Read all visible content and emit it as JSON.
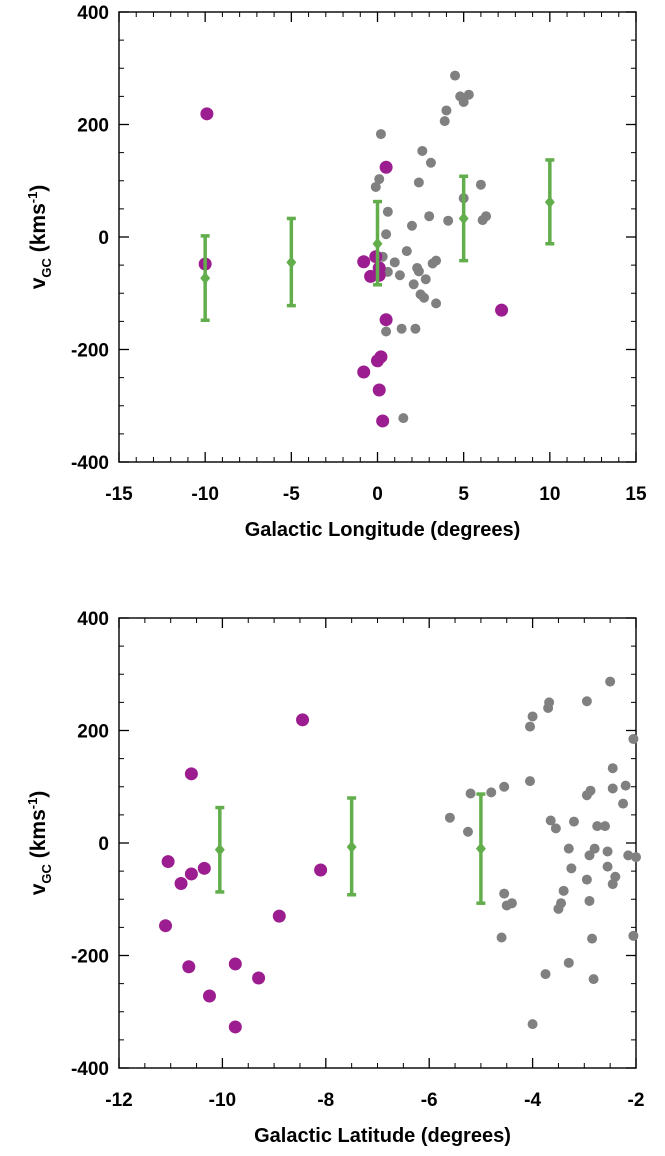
{
  "chart_data": [
    {
      "type": "scatter",
      "title": "",
      "xlabel": "Galactic Longitude (degrees)",
      "ylabel": {
        "base": "v",
        "sub": "GC",
        "unit": "(kms",
        "sup": "-1",
        "close": ")"
      },
      "xlim": [
        -15,
        15
      ],
      "ylim": [
        -400,
        400
      ],
      "xticks": [
        -15,
        -10,
        -5,
        0,
        5,
        10,
        15
      ],
      "yticks": [
        -400,
        -200,
        0,
        200,
        400
      ],
      "xminor": 1,
      "yminor": 50,
      "grid": false,
      "colors": {
        "gray": "#808080",
        "purple": "#9c1d8f",
        "green": "#62ae4c"
      },
      "gray_points": [
        [
          0.2,
          183
        ],
        [
          0.1,
          103
        ],
        [
          -0.1,
          89
        ],
        [
          0.6,
          45
        ],
        [
          0.5,
          5
        ],
        [
          0.6,
          -62
        ],
        [
          0.5,
          -168
        ],
        [
          1.3,
          -68
        ],
        [
          1.4,
          -163
        ],
        [
          1.5,
          -322
        ],
        [
          1.7,
          -25
        ],
        [
          2.1,
          -84
        ],
        [
          2.2,
          -163
        ],
        [
          2.4,
          -61
        ],
        [
          2.5,
          -102
        ],
        [
          2.4,
          97
        ],
        [
          2.6,
          153
        ],
        [
          2.7,
          -108
        ],
        [
          3.0,
          37
        ],
        [
          3.1,
          132
        ],
        [
          3.2,
          -47
        ],
        [
          3.4,
          -42
        ],
        [
          3.4,
          -118
        ],
        [
          3.9,
          206
        ],
        [
          4.0,
          225
        ],
        [
          4.1,
          29
        ],
        [
          4.5,
          287
        ],
        [
          4.8,
          250
        ],
        [
          5.0,
          240
        ],
        [
          5.3,
          253
        ],
        [
          5.0,
          69
        ],
        [
          6.0,
          93
        ],
        [
          6.1,
          30
        ],
        [
          6.3,
          37
        ],
        [
          2.0,
          20
        ],
        [
          1.0,
          -45
        ],
        [
          2.8,
          -75
        ],
        [
          0.3,
          -35
        ],
        [
          2.3,
          -55
        ]
      ],
      "purple_points": [
        [
          -9.9,
          219
        ],
        [
          -10.0,
          -48
        ],
        [
          -0.8,
          -44
        ],
        [
          -0.4,
          -70
        ],
        [
          -0.1,
          -35
        ],
        [
          0.1,
          -55
        ],
        [
          0.1,
          -68
        ],
        [
          0.5,
          124
        ],
        [
          0.5,
          -147
        ],
        [
          -0.8,
          -240
        ],
        [
          0.0,
          -220
        ],
        [
          0.2,
          -213
        ],
        [
          0.1,
          -272
        ],
        [
          0.3,
          -327
        ],
        [
          7.2,
          -130
        ]
      ],
      "green_points": [
        {
          "x": -10,
          "y": -73,
          "lo": -148,
          "hi": 2
        },
        {
          "x": -5,
          "y": -45,
          "lo": -122,
          "hi": 33
        },
        {
          "x": 0,
          "y": -12,
          "lo": -85,
          "hi": 63
        },
        {
          "x": 5,
          "y": 33,
          "lo": -42,
          "hi": 108
        },
        {
          "x": 10,
          "y": 62,
          "lo": -12,
          "hi": 137
        }
      ]
    },
    {
      "type": "scatter",
      "title": "",
      "xlabel": "Galactic Latitude (degrees)",
      "ylabel": {
        "base": "v",
        "sub": "GC",
        "unit": "(kms",
        "sup": "-1",
        "close": ")"
      },
      "xlim": [
        -12,
        -2
      ],
      "ylim": [
        -400,
        400
      ],
      "xticks": [
        -12,
        -10,
        -8,
        -6,
        -4,
        -2
      ],
      "yticks": [
        -400,
        -200,
        0,
        200,
        400
      ],
      "xminor": 0.5,
      "yminor": 50,
      "grid": false,
      "colors": {
        "gray": "#808080",
        "purple": "#9c1d8f",
        "green": "#62ae4c"
      },
      "gray_points": [
        [
          -5.6,
          45
        ],
        [
          -5.2,
          88
        ],
        [
          -5.25,
          20
        ],
        [
          -4.8,
          90
        ],
        [
          -4.55,
          -90
        ],
        [
          -4.6,
          -168
        ],
        [
          -4.5,
          -111
        ],
        [
          -4.4,
          -107
        ],
        [
          -4.55,
          100
        ],
        [
          -4.05,
          207
        ],
        [
          -4.0,
          225
        ],
        [
          -4.05,
          110
        ],
        [
          -4.0,
          -322
        ],
        [
          -3.75,
          -233
        ],
        [
          -3.7,
          240
        ],
        [
          -3.68,
          250
        ],
        [
          -3.65,
          40
        ],
        [
          -3.55,
          26
        ],
        [
          -3.5,
          -117
        ],
        [
          -3.45,
          -107
        ],
        [
          -3.4,
          -85
        ],
        [
          -3.3,
          -10
        ],
        [
          -3.25,
          -45
        ],
        [
          -3.3,
          -213
        ],
        [
          -3.2,
          38
        ],
        [
          -2.95,
          252
        ],
        [
          -2.95,
          85
        ],
        [
          -2.88,
          93
        ],
        [
          -2.9,
          -22
        ],
        [
          -2.8,
          -10
        ],
        [
          -2.75,
          30
        ],
        [
          -2.9,
          -103
        ],
        [
          -2.85,
          -170
        ],
        [
          -2.82,
          -242
        ],
        [
          -2.95,
          -65
        ],
        [
          -2.6,
          30
        ],
        [
          -2.55,
          -42
        ],
        [
          -2.55,
          -15
        ],
        [
          -2.5,
          287
        ],
        [
          -2.45,
          133
        ],
        [
          -2.45,
          97
        ],
        [
          -2.4,
          -60
        ],
        [
          -2.45,
          -73
        ],
        [
          -2.2,
          102
        ],
        [
          -2.25,
          70
        ],
        [
          -2.15,
          -22
        ],
        [
          -2.05,
          185
        ],
        [
          -2.05,
          -165
        ],
        [
          -2.0,
          -25
        ]
      ],
      "purple_points": [
        [
          -11.05,
          -33
        ],
        [
          -11.1,
          -147
        ],
        [
          -10.8,
          -72
        ],
        [
          -10.6,
          123
        ],
        [
          -10.6,
          -55
        ],
        [
          -10.65,
          -220
        ],
        [
          -10.35,
          -45
        ],
        [
          -10.25,
          -272
        ],
        [
          -9.75,
          -215
        ],
        [
          -9.75,
          -327
        ],
        [
          -9.3,
          -240
        ],
        [
          -8.9,
          -130
        ],
        [
          -8.45,
          219
        ],
        [
          -8.1,
          -48
        ]
      ],
      "green_points": [
        {
          "x": -10.05,
          "y": -12,
          "lo": -87,
          "hi": 63
        },
        {
          "x": -7.5,
          "y": -7,
          "lo": -92,
          "hi": 80
        },
        {
          "x": -5.0,
          "y": -10,
          "lo": -107,
          "hi": 87
        }
      ]
    }
  ]
}
